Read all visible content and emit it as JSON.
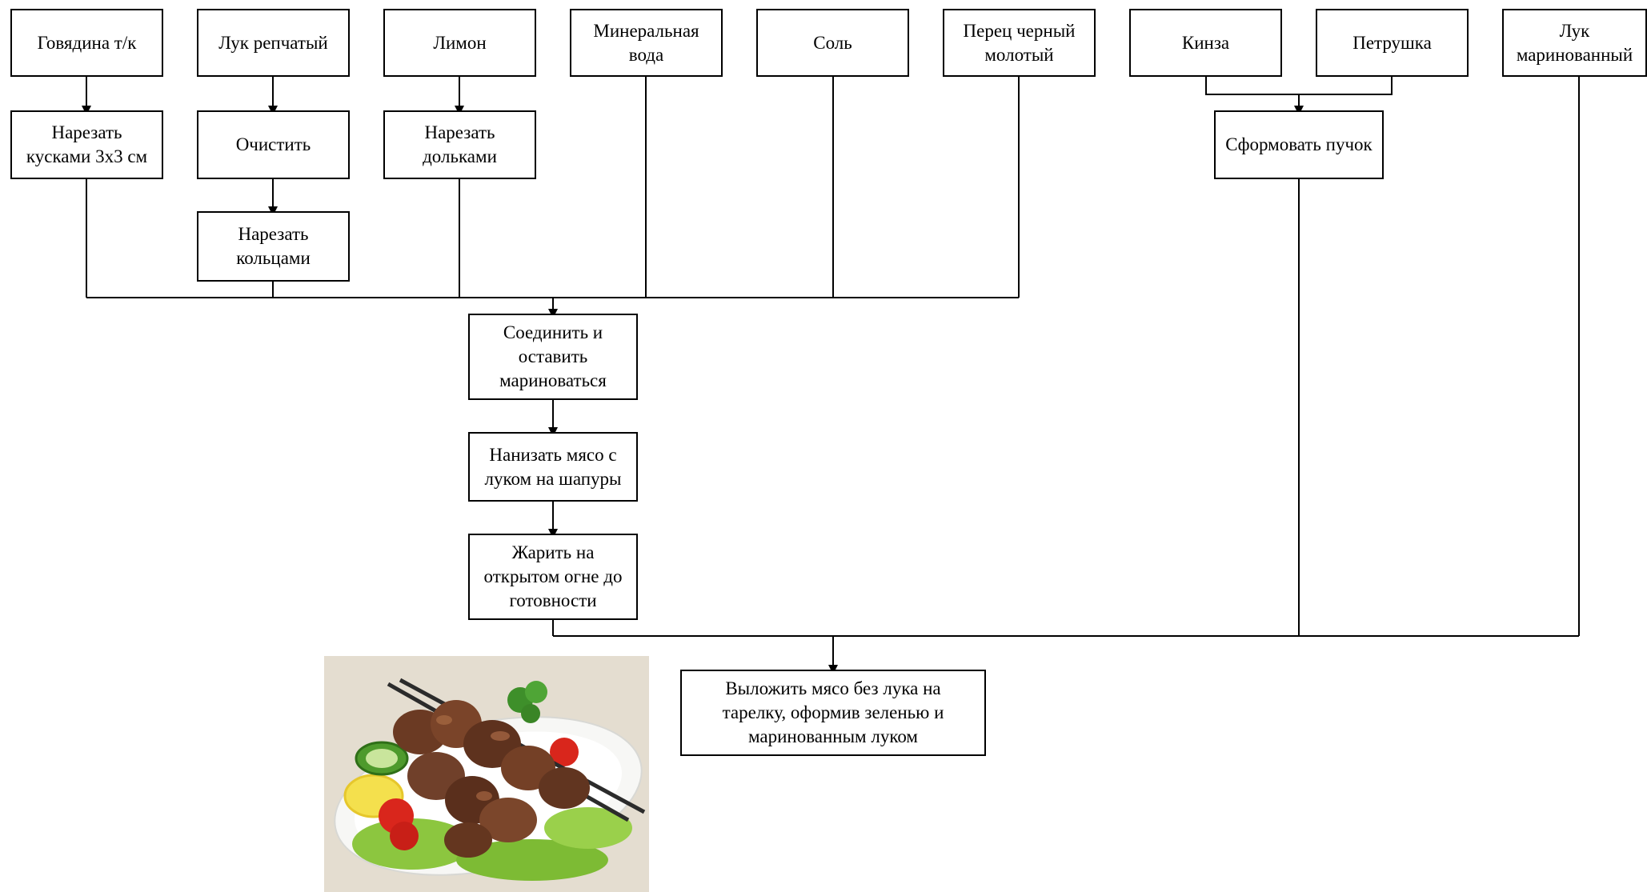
{
  "nodes": {
    "beef": "Говядина т/к",
    "onion": "Лук репчатый",
    "lemon": "Лимон",
    "mineral_water": "Минеральная\nвода",
    "salt": "Соль",
    "pepper": "Перец черный\nмолотый",
    "cilantro": "Кинза",
    "parsley": "Петрушка",
    "pickled_onion": "Лук\nмаринованный",
    "cut_beef": "Нарезать\nкусками 3х3 см",
    "peel_onion": "Очистить",
    "cut_lemon": "Нарезать\nдольками",
    "ring_onion": "Нарезать\nкольцами",
    "bundle_greens": "Сформовать пучок",
    "marinate": "Соединить и\nоставить\nмариноваться",
    "skewer": "Нанизать мясо с\nлуком на шапуры",
    "grill": "Жарить на\nоткрытом огне до\nготовности",
    "serve": "Выложить мясо без лука на\nтарелку, оформив зеленью и\nмаринованным луком"
  },
  "photo": {
    "subject": "shashlik-on-plate-image"
  }
}
